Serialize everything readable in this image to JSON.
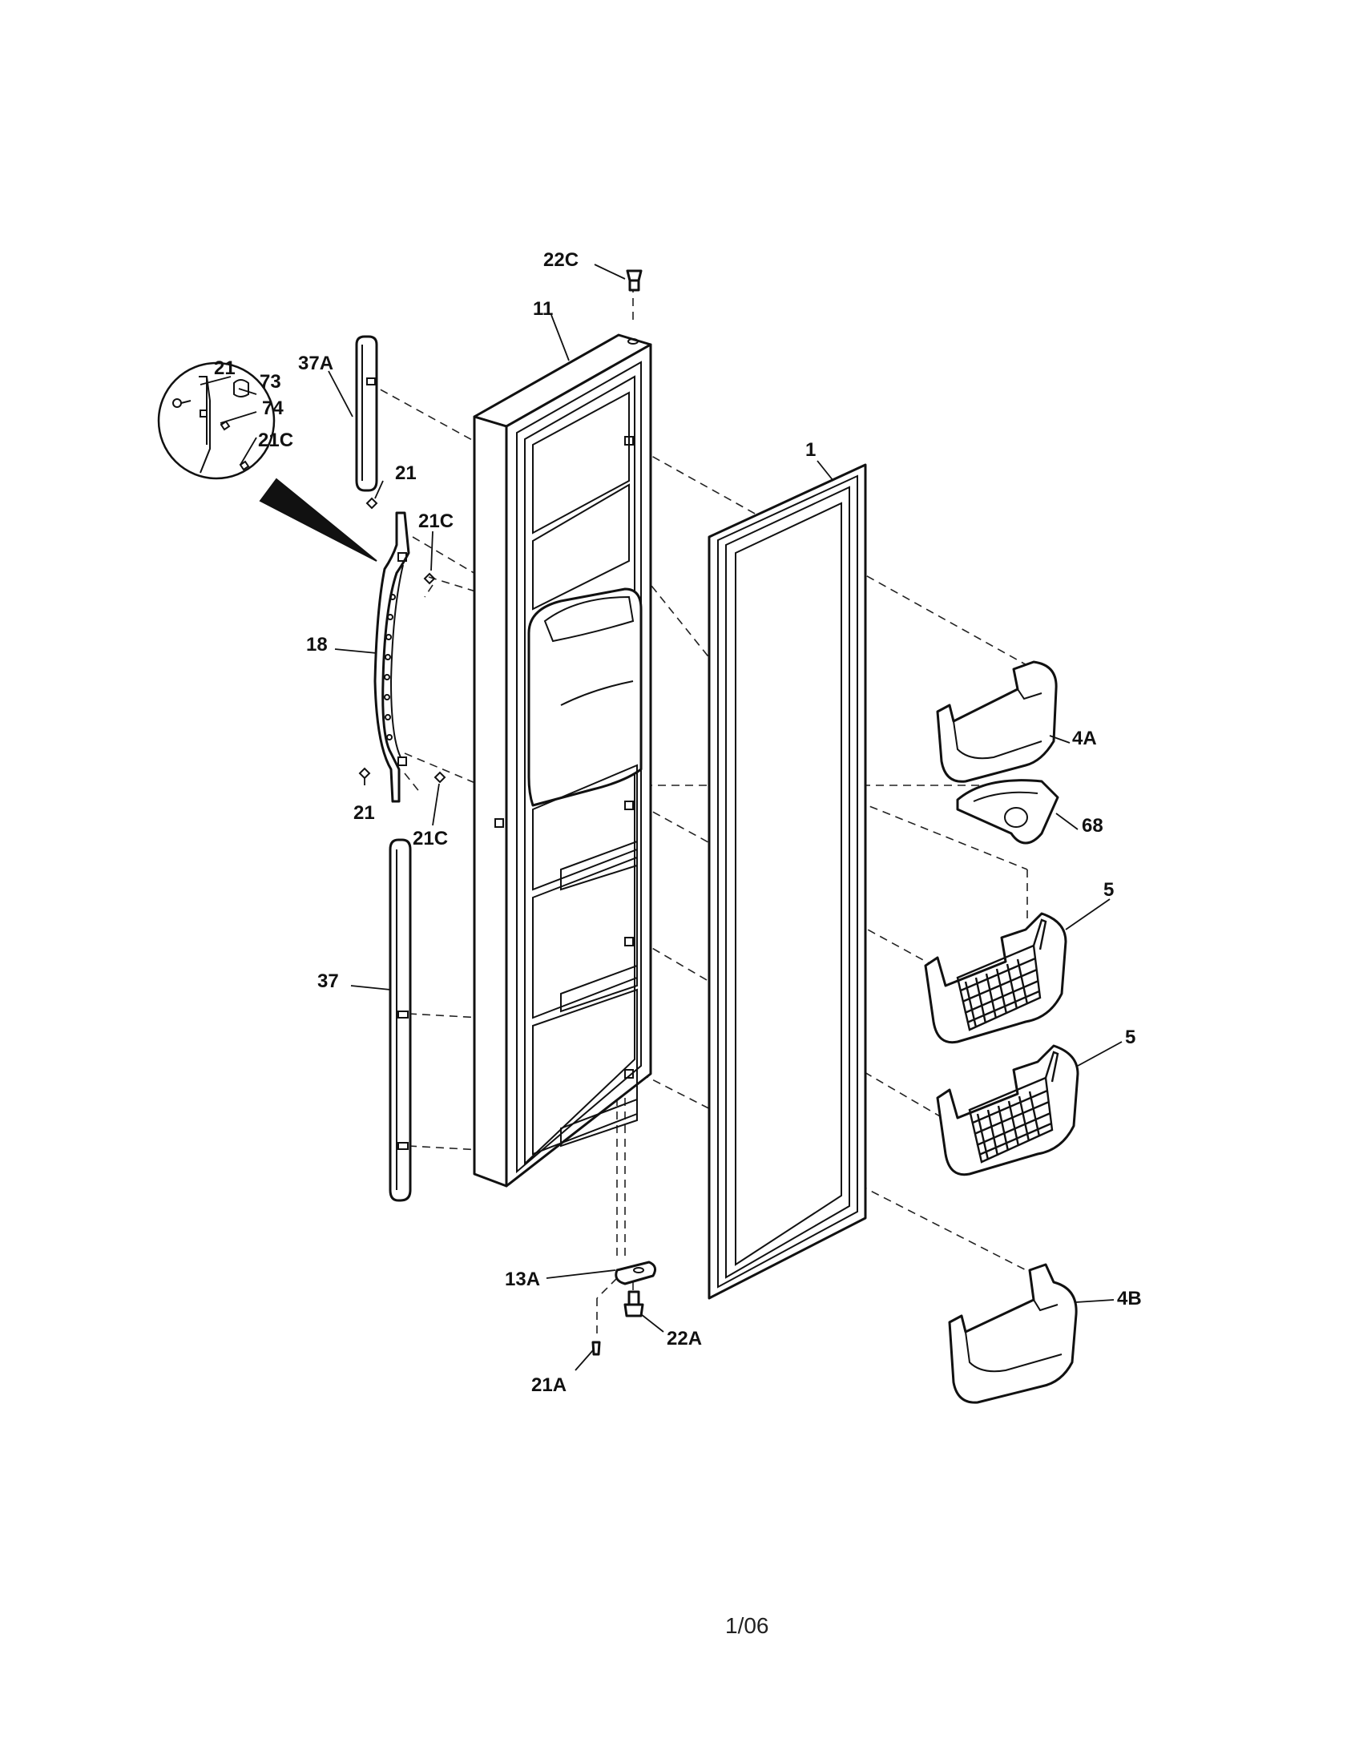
{
  "page_number": "1/06",
  "callouts": {
    "c22C": "22C",
    "c11": "11",
    "c21_inset": "21",
    "c73": "73",
    "c74": "74",
    "c21C_inset": "21C",
    "c37A": "37A",
    "c21_top": "21",
    "c21C_top": "21C",
    "c1": "1",
    "c18": "18",
    "c4A": "4A",
    "c68": "68",
    "c21_bottom": "21",
    "c21C_bottom": "21C",
    "c5_upper": "5",
    "c37": "37",
    "c5_lower": "5",
    "c13A": "13A",
    "c4B": "4B",
    "c22A": "22A",
    "c21A": "21A"
  }
}
